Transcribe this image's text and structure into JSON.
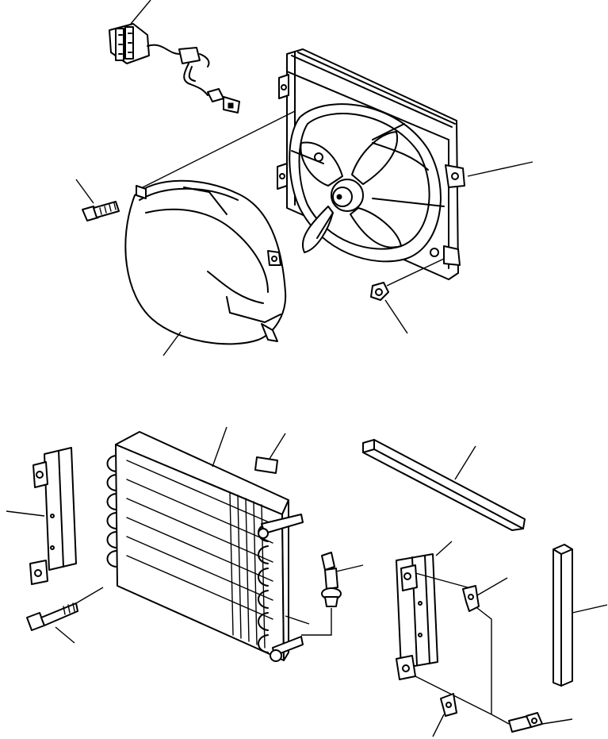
{
  "diagram": {
    "parts": [
      "wiring-harness",
      "fan-shroud-frame",
      "fan-motor",
      "fan-guard-cover",
      "mounting-bolt",
      "nut",
      "left-bracket",
      "condenser-core",
      "label-plate",
      "seal-strip-horizontal",
      "pressure-switch",
      "right-bracket",
      "clip",
      "seal-strip-vertical",
      "long-bolt",
      "flange-bolt"
    ]
  }
}
